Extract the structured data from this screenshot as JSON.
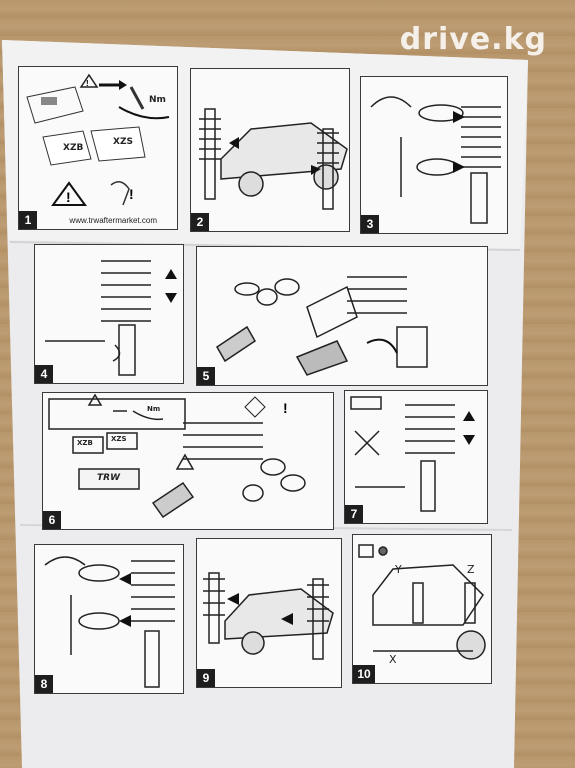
{
  "watermark": "drive.kg",
  "url_text": "www.trwaftermarket.com",
  "book_labels": [
    "XZB",
    "XZS"
  ],
  "torque_label": "Nm",
  "brand_label": "TRW",
  "axis_labels": {
    "x": "X",
    "y": "Y",
    "z": "Z"
  },
  "steps": [
    "1",
    "2",
    "3",
    "4",
    "5",
    "6",
    "7",
    "8",
    "9",
    "10"
  ]
}
